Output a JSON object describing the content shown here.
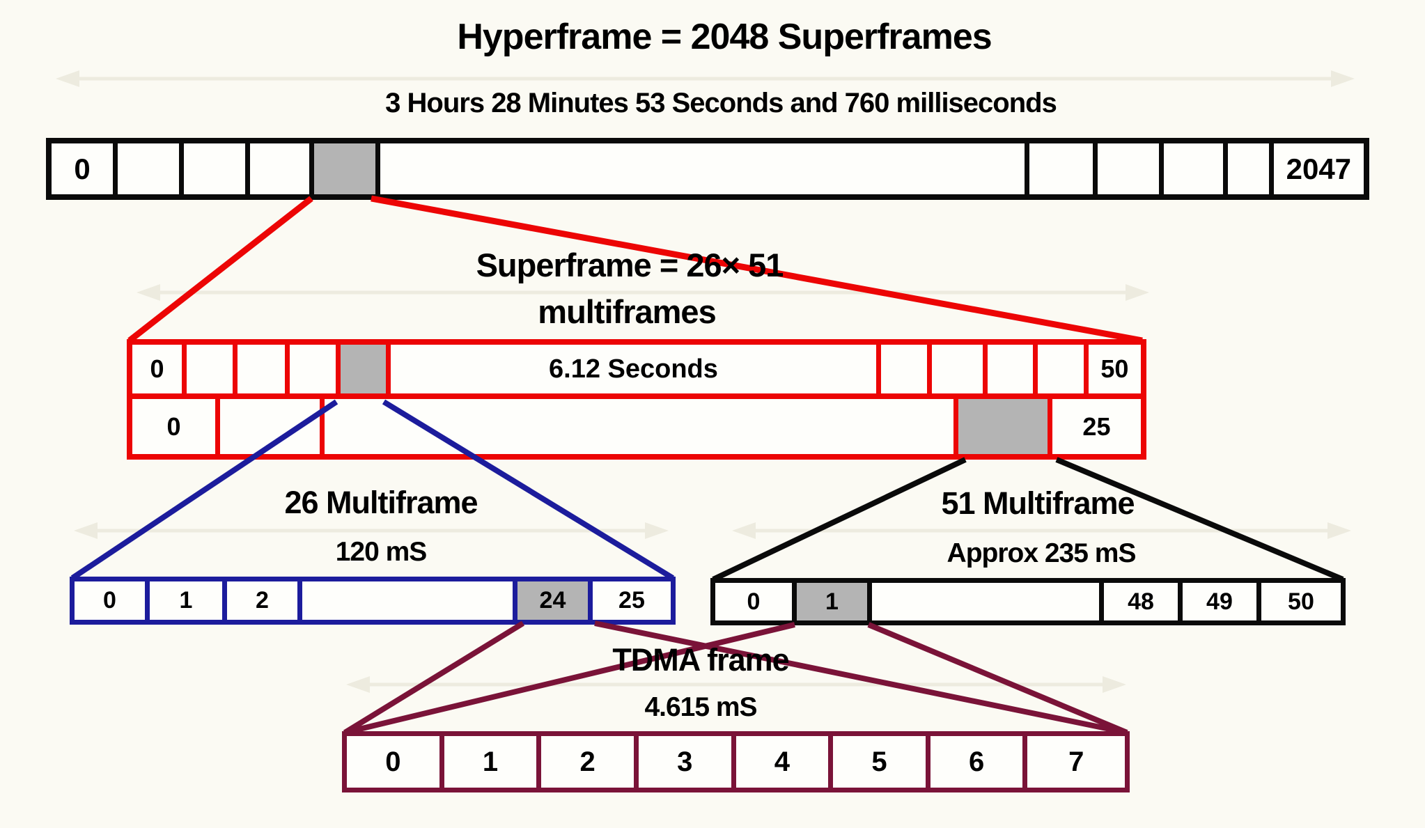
{
  "colors": {
    "bg": "#fbfaf3",
    "cellFill": "#fefefb",
    "ink": "#000000",
    "red": "#ec0505",
    "blue": "#1c1c9c",
    "black": "#0a0a0a",
    "maroon": "#7a1338",
    "grayCell": "#b4b4b4",
    "faintArrow": "#edebdf"
  },
  "hyperframe": {
    "title": "Hyperframe = 2048 Superframes",
    "duration": "3 Hours 28 Minutes 53 Seconds and 760 milliseconds",
    "cells": [
      "0",
      "",
      "",
      "",
      "",
      "",
      "",
      "",
      "",
      "",
      "2047"
    ],
    "highlighted_index": 4
  },
  "superframe": {
    "title_line1": "Superframe = 26× 51",
    "title_line2": "multiframes",
    "duration": "6.12 Seconds",
    "row_51_cells": [
      "0",
      "",
      "",
      "",
      "",
      "",
      "",
      "",
      "",
      "",
      "50"
    ],
    "row_51_highlighted_index": 4,
    "row_26_cells": [
      "0",
      "",
      "",
      "",
      "25"
    ],
    "row_26_highlighted_index": 3
  },
  "multiframe26": {
    "title": "26 Multiframe",
    "duration": "120 mS",
    "cells": [
      "0",
      "1",
      "2",
      "",
      "24",
      "25"
    ],
    "highlighted_index": 4
  },
  "multiframe51": {
    "title": "51 Multiframe",
    "duration": "Approx 235 mS",
    "cells": [
      "0",
      "1",
      "",
      "48",
      "49",
      "50"
    ],
    "highlighted_index": 1
  },
  "tdma": {
    "title": "TDMA frame",
    "duration": "4.615 mS",
    "cells": [
      "0",
      "1",
      "2",
      "3",
      "4",
      "5",
      "6",
      "7"
    ]
  }
}
